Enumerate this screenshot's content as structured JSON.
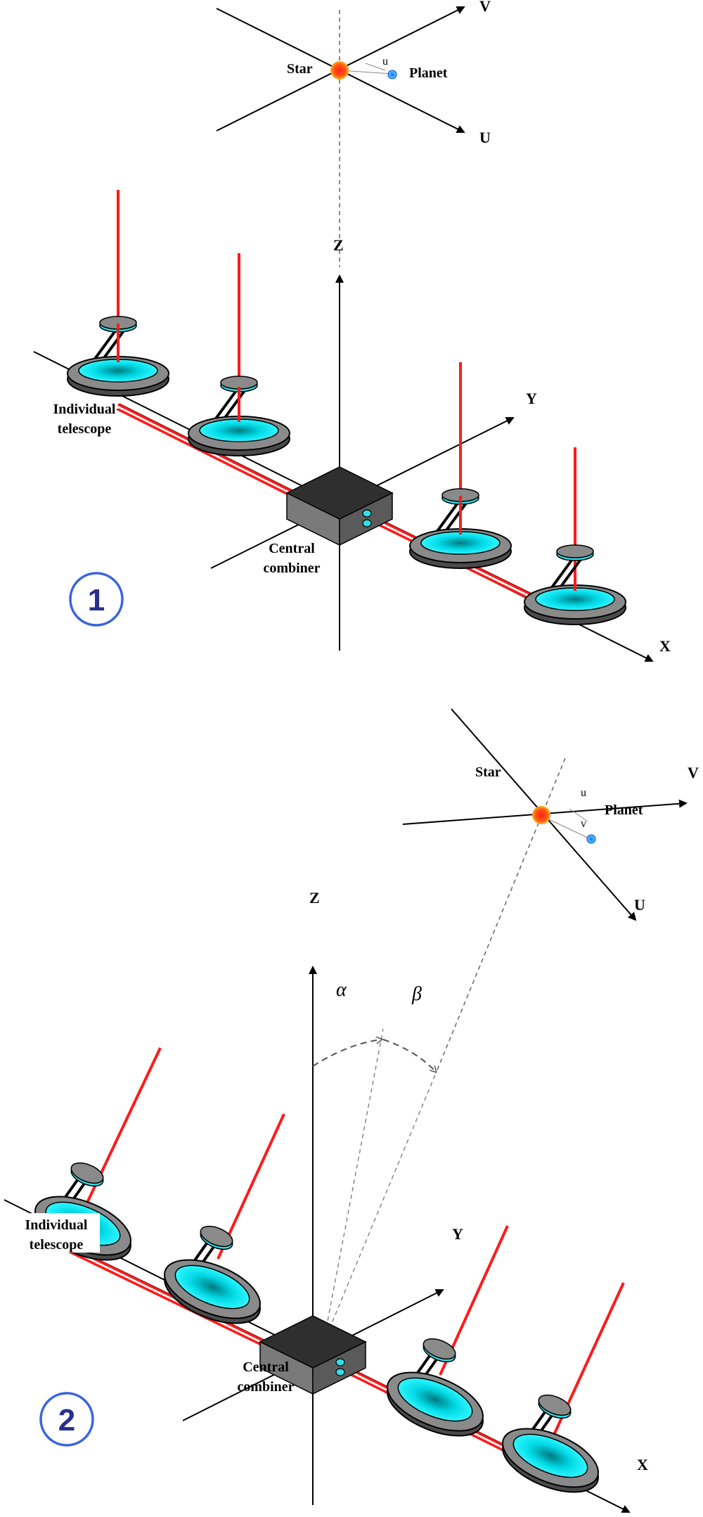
{
  "panel1": {
    "badge": "1",
    "sky": {
      "star": "Star",
      "planet": "Planet",
      "axis_u": "U",
      "axis_v": "V",
      "offset_u": "u"
    },
    "axes": {
      "x": "X",
      "y": "Y",
      "z": "Z"
    },
    "labels": {
      "telescope_line1": "Individual",
      "telescope_line2": "telescope",
      "combiner_line1": "Central",
      "combiner_line2": "combiner"
    }
  },
  "panel2": {
    "badge": "2",
    "sky": {
      "star": "Star",
      "planet": "Planet",
      "axis_u": "U",
      "axis_v": "V",
      "offset_u": "u",
      "offset_v": "v"
    },
    "axes": {
      "x": "X",
      "y": "Y",
      "z": "Z"
    },
    "angles": {
      "alpha": "α",
      "beta": "β"
    },
    "labels": {
      "telescope_line1": "Individual",
      "telescope_line2": "telescope",
      "combiner_line1": "Central",
      "combiner_line2": "combiner"
    }
  },
  "colors": {
    "beam": "#ff1a1a",
    "mirror_cyan": "#00e5f0",
    "mirror_gray": "#8a8a8a",
    "combiner_top": "#2f2f2f",
    "combiner_side": "#7a7a7a",
    "star": "#ff4a1a",
    "planet": "#1a7aff",
    "badge_ring": "#3a64e0"
  }
}
